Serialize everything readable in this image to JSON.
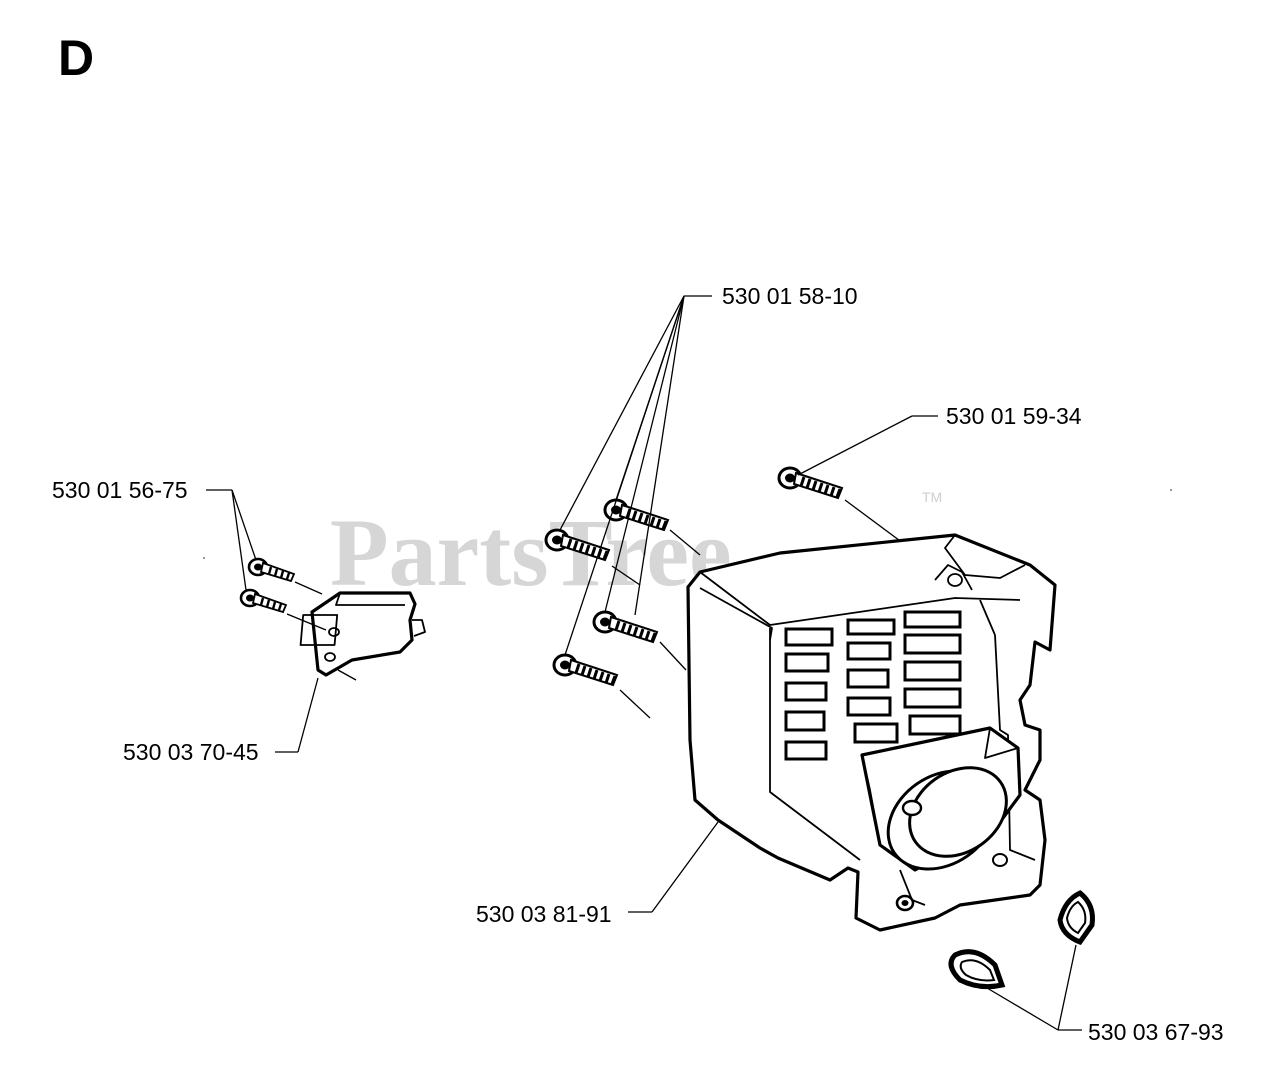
{
  "section_letter": "D",
  "watermark": {
    "text": "PartsTree",
    "trademark": "TM"
  },
  "callouts": {
    "screw_set": "530 01 58-10",
    "cover_screw": "530 01 59-34",
    "bracket_screws": "530 01 56-75",
    "bracket": "530 03 70-45",
    "muffler_cover": "530 03 81-91",
    "gaskets": "530 03 67-93"
  }
}
